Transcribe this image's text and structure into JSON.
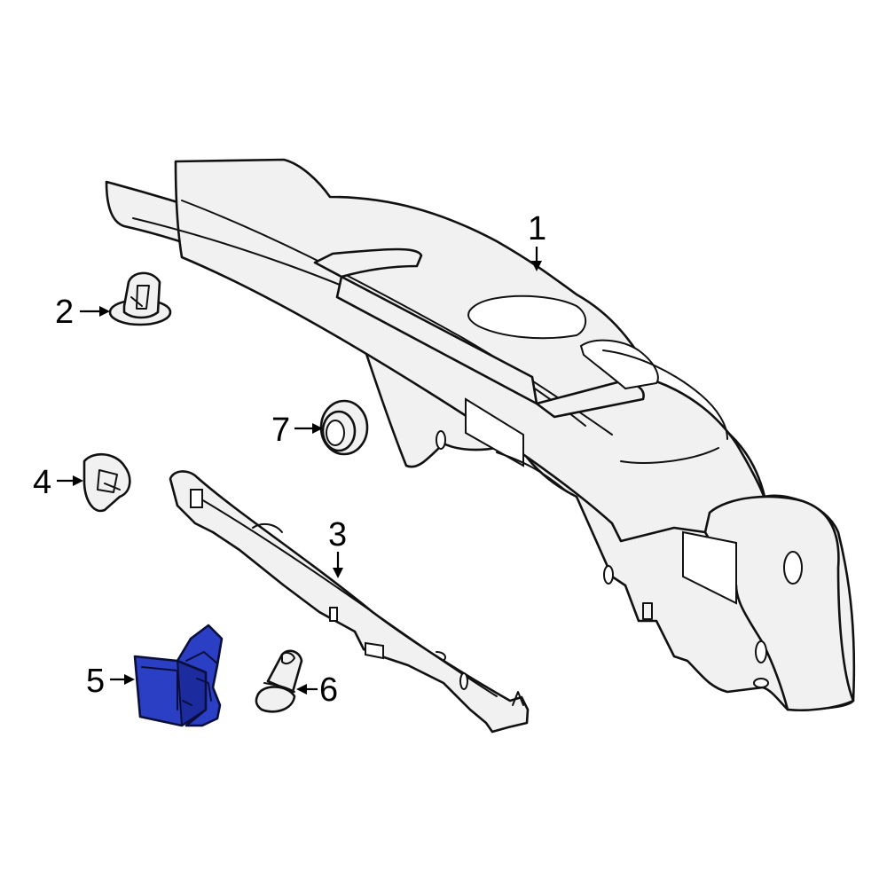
{
  "callouts": [
    {
      "id": "1",
      "label": "1"
    },
    {
      "id": "2",
      "label": "2"
    },
    {
      "id": "3",
      "label": "3"
    },
    {
      "id": "4",
      "label": "4"
    },
    {
      "id": "5",
      "label": "5"
    },
    {
      "id": "6",
      "label": "6"
    },
    {
      "id": "7",
      "label": "7"
    }
  ],
  "colors": {
    "part_fill": "#f1f1f1",
    "outline": "#111111",
    "highlight": "#2a3fc4"
  },
  "highlighted_part": "5"
}
